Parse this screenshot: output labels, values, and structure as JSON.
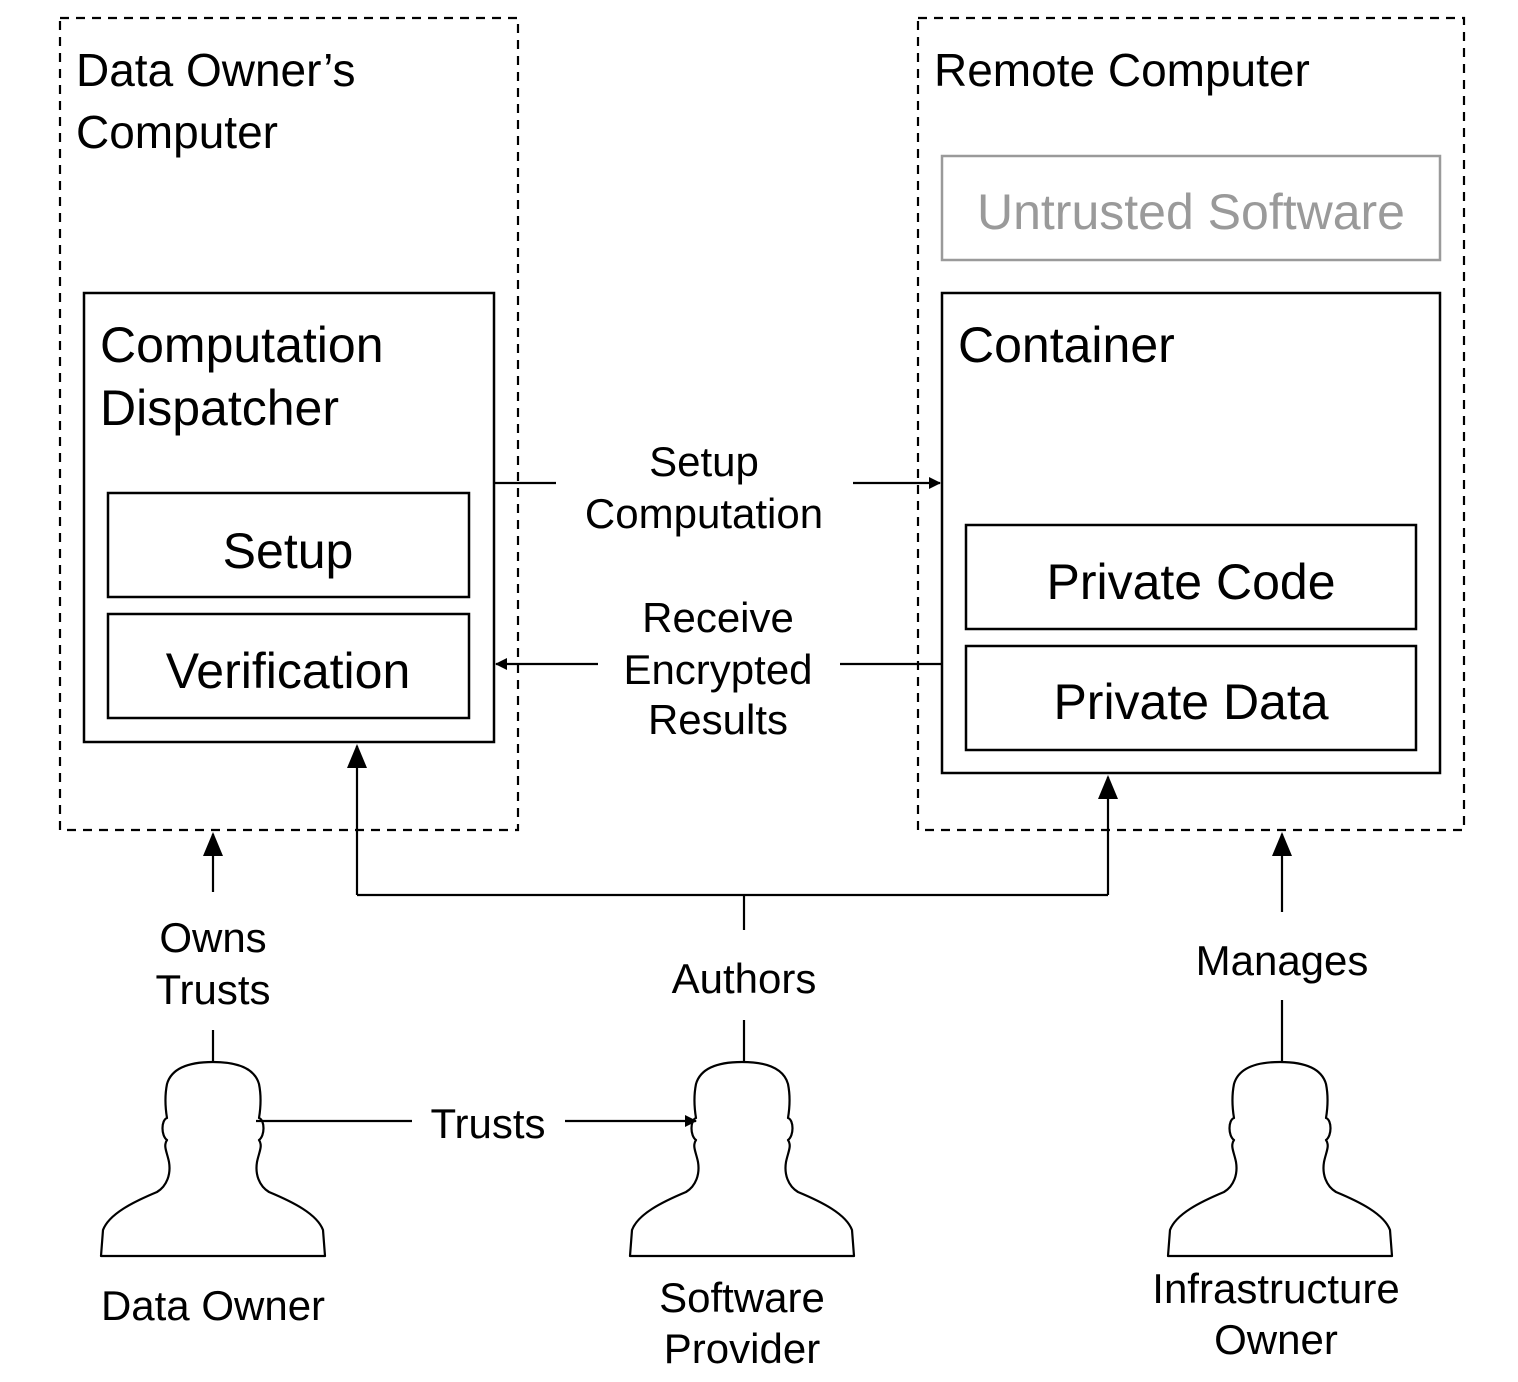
{
  "zones": {
    "owner_computer": {
      "title_line1": "Data Owner’s",
      "title_line2": "Computer"
    },
    "remote_computer": {
      "title": "Remote Computer"
    }
  },
  "components": {
    "dispatcher": {
      "title_line1": "Computation",
      "title_line2": "Dispatcher"
    },
    "setup": "Setup",
    "verification": "Verification",
    "untrusted_software": "Untrusted Software",
    "container": "Container",
    "private_code": "Private Code",
    "private_data": "Private Data"
  },
  "edges": {
    "setup_computation": {
      "line1": "Setup",
      "line2": "Computation"
    },
    "receive_results": {
      "line1": "Receive",
      "line2": "Encrypted",
      "line3": "Results"
    },
    "owns_trusts": {
      "line1": "Owns",
      "line2": "Trusts"
    },
    "authors": "Authors",
    "manages": "Manages",
    "trusts": "Trusts"
  },
  "actors": {
    "data_owner": {
      "line1": "Data Owner"
    },
    "software_provider": {
      "line1": "Software",
      "line2": "Provider"
    },
    "infrastructure_owner": {
      "line1": "Infrastructure",
      "line2": "Owner"
    }
  },
  "colors": {
    "ink": "#000000",
    "muted": "#9a9a9a",
    "background": "#ffffff"
  },
  "icons": {
    "actor": "person-silhouette-icon"
  }
}
